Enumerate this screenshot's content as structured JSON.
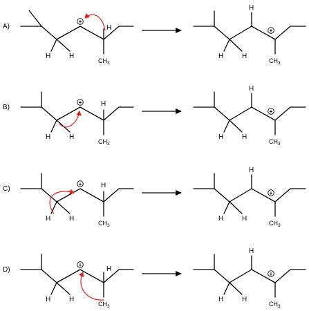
{
  "options": [
    {
      "label": "A)",
      "arrow": {
        "from": "C5-H",
        "to": "C4+"
      },
      "product_cation": "C5"
    },
    {
      "label": "B)",
      "arrow": {
        "from": "C3-H",
        "to": "C4+"
      },
      "product_cation": "C5"
    },
    {
      "label": "C)",
      "arrow": {
        "from": "C3-H",
        "to": "C4+"
      },
      "product_cation": "C5"
    },
    {
      "label": "D)",
      "arrow": {
        "from": "C5-CH3",
        "to": "C4+"
      },
      "product_cation": "C5"
    }
  ],
  "atoms": {
    "H": "H",
    "CH": "CH",
    "sub3": "3",
    "plus": "+"
  },
  "colors": {
    "curly_arrow": "#e02020",
    "bonds": "#000000"
  }
}
